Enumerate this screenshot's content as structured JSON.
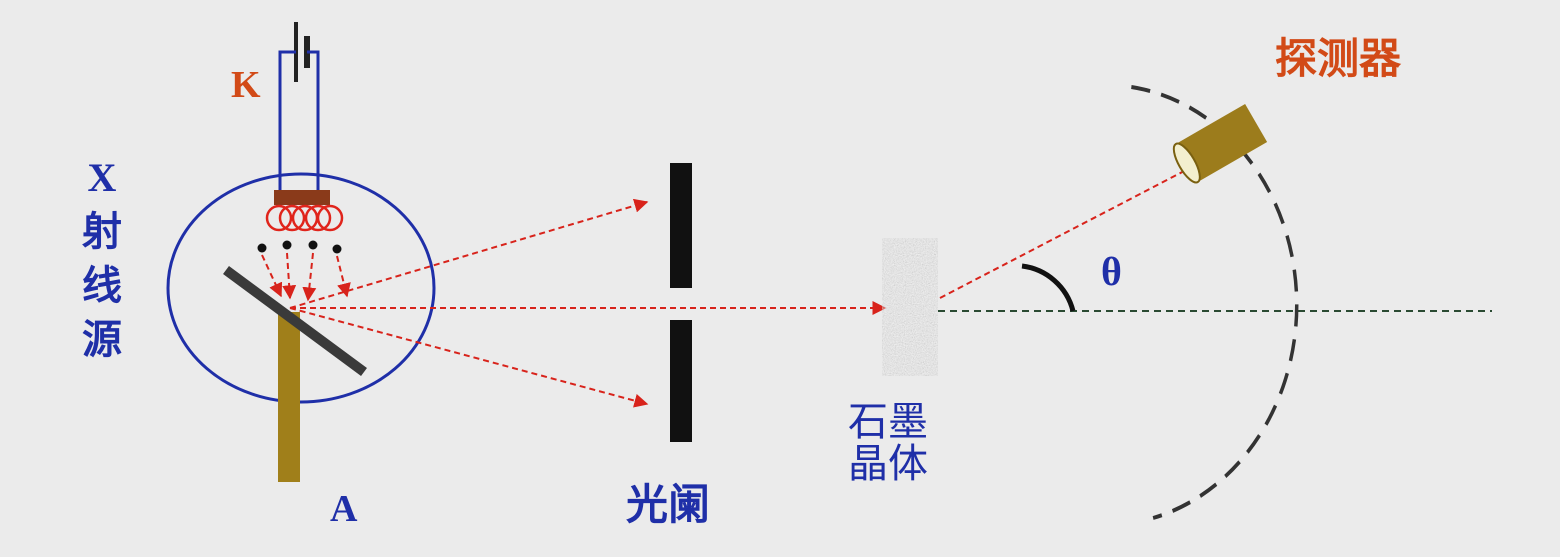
{
  "labels": {
    "cathode": "K",
    "anode": "A",
    "source_line1": "X",
    "source_line2": "射",
    "source_line3": "线",
    "source_line4": "源",
    "aperture": "光阑",
    "crystal_line1": "石墨",
    "crystal_line2": "晶体",
    "detector": "探测器",
    "angle": "θ"
  },
  "colors": {
    "background": "#ebebeb",
    "tube_outline": "#1f2fa8",
    "filament": "#e0241b",
    "beam": "#d8231b",
    "anode": "#a07f1a",
    "detector_body": "#9c7c1c",
    "text_blue": "#1f2fa8",
    "text_orange": "#d24a17",
    "axis": "#2a4a32"
  }
}
